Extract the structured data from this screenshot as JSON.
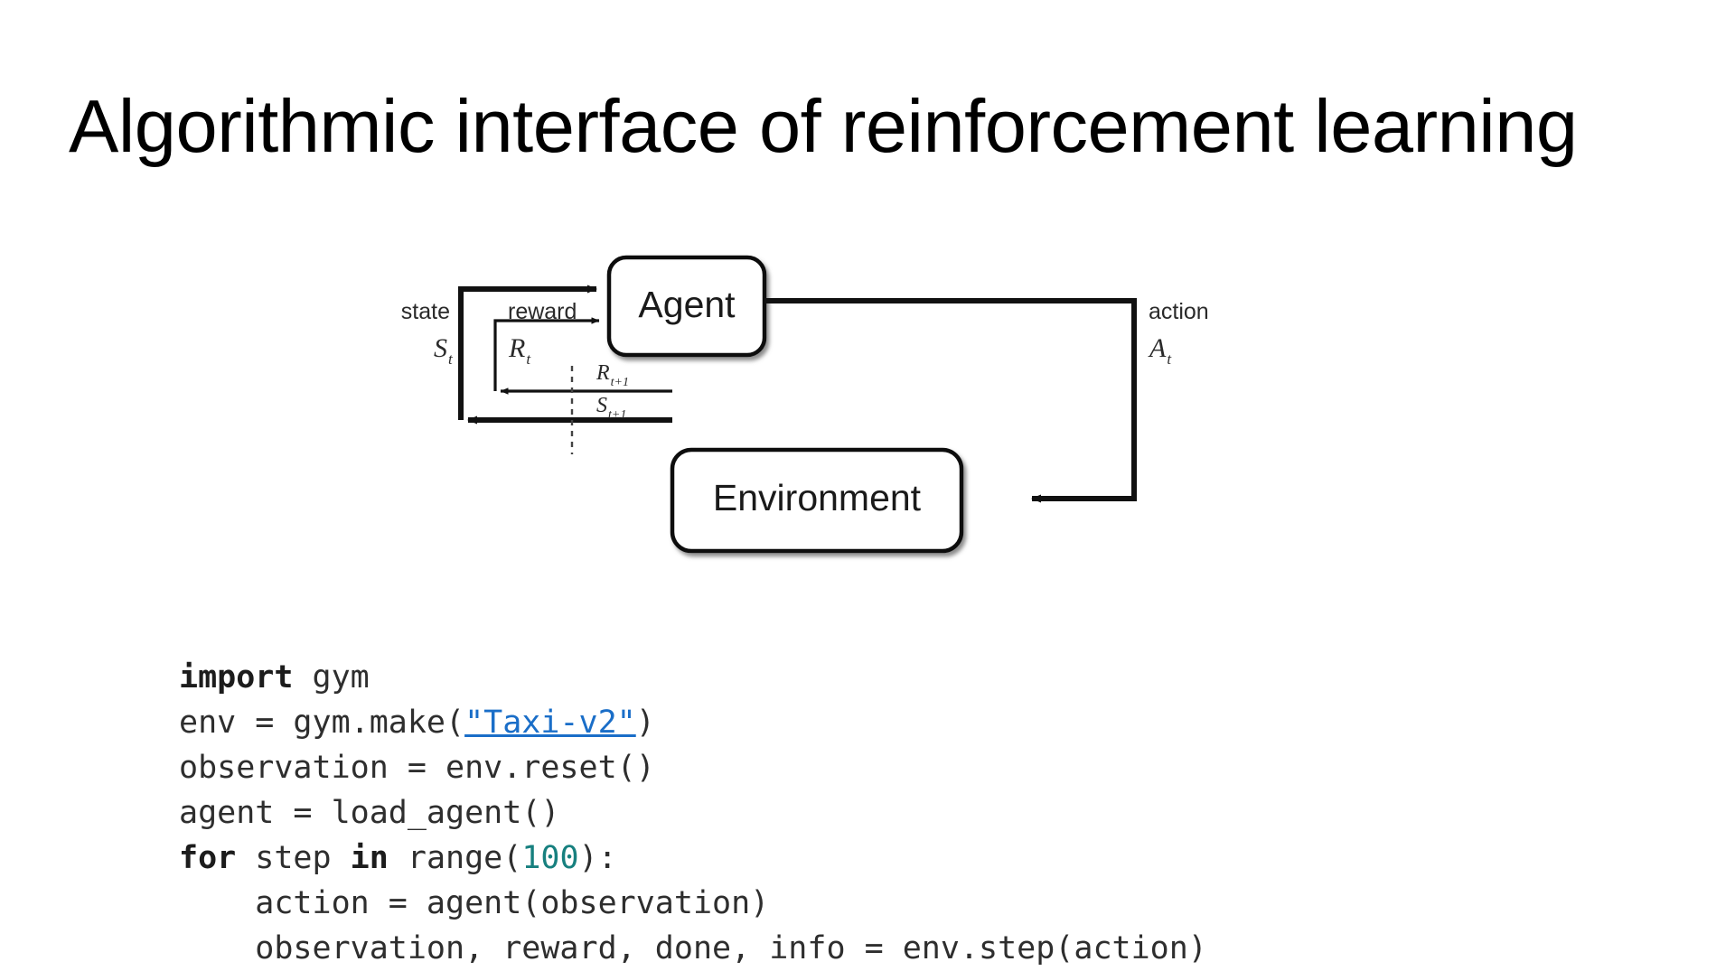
{
  "slide": {
    "title": "Algorithmic interface of reinforcement learning"
  },
  "diagram": {
    "name": "reinforcement-learning-agent-environment-loop",
    "nodes": [
      {
        "id": "agent",
        "label": "Agent"
      },
      {
        "id": "environment",
        "label": "Environment"
      }
    ],
    "edges": [
      {
        "id": "state",
        "label": "state",
        "symbol": "S",
        "subscript": "t",
        "style": "thick"
      },
      {
        "id": "reward",
        "label": "reward",
        "symbol": "R",
        "subscript": "t",
        "style": "thin"
      },
      {
        "id": "action",
        "label": "action",
        "symbol": "A",
        "subscript": "t",
        "style": "thick"
      },
      {
        "id": "reward-next",
        "label": "",
        "symbol": "R",
        "subscript": "t+1",
        "style": "thin"
      },
      {
        "id": "state-next",
        "label": "",
        "symbol": "S",
        "subscript": "t+1",
        "style": "thick"
      }
    ]
  },
  "code": {
    "language": "python",
    "lines": [
      {
        "id": "line-1",
        "tokens": [
          {
            "t": "import",
            "c": "kw"
          },
          {
            "t": " gym",
            "c": ""
          }
        ]
      },
      {
        "id": "line-2",
        "tokens": [
          {
            "t": "env = gym.make(",
            "c": ""
          },
          {
            "t": "\"Taxi-v2\"",
            "c": "str"
          },
          {
            "t": ")",
            "c": ""
          }
        ]
      },
      {
        "id": "line-3",
        "tokens": [
          {
            "t": "observation = env.reset()",
            "c": ""
          }
        ]
      },
      {
        "id": "line-4",
        "tokens": [
          {
            "t": "agent = load_agent()",
            "c": ""
          }
        ]
      },
      {
        "id": "line-5",
        "tokens": [
          {
            "t": "for",
            "c": "kw"
          },
          {
            "t": " step ",
            "c": ""
          },
          {
            "t": "in",
            "c": "kw"
          },
          {
            "t": " range(",
            "c": ""
          },
          {
            "t": "100",
            "c": "num"
          },
          {
            "t": "):",
            "c": ""
          }
        ]
      },
      {
        "id": "line-6",
        "tokens": [
          {
            "t": "    action = agent(observation)",
            "c": ""
          }
        ]
      },
      {
        "id": "line-7",
        "tokens": [
          {
            "t": "    observation, reward, done, info = env.step(action)",
            "c": ""
          }
        ]
      }
    ],
    "colors": {
      "keyword": "#1c1c1c",
      "string": "#1a6ec8",
      "number": "#17807f",
      "plain": "#2e2e2e"
    }
  }
}
